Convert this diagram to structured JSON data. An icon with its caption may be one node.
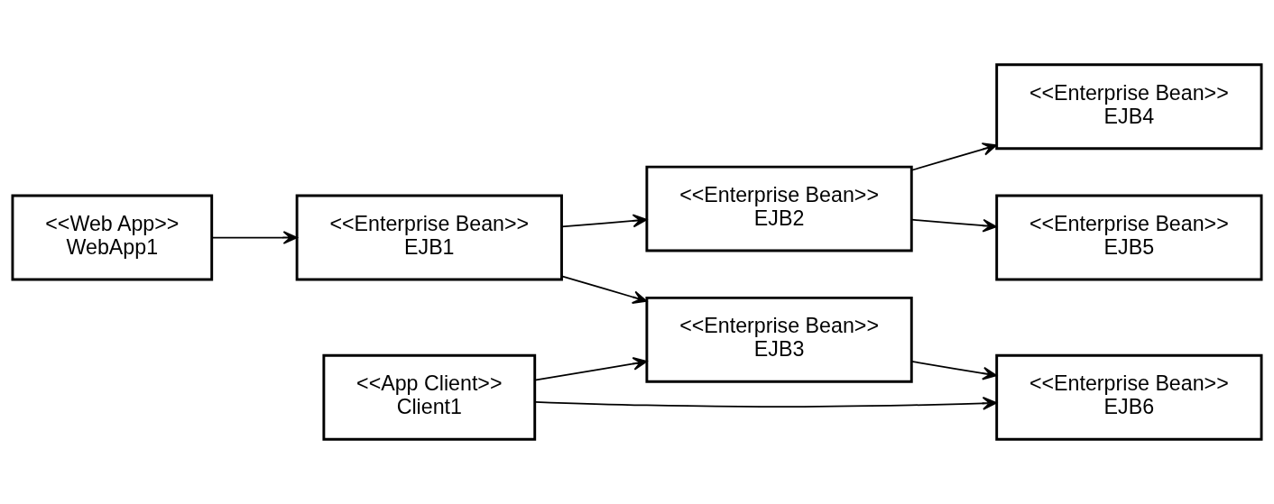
{
  "diagram": {
    "nodes": [
      {
        "text": [
          "<<Web App>>",
          "WebApp1"
        ]
      },
      {
        "text": [
          "<<App Client>>",
          "Client1"
        ]
      },
      {
        "text": [
          "<<Enterprise Bean>>",
          "EJB1"
        ]
      },
      {
        "text": [
          "<<Enterprise Bean>>",
          "EJB2"
        ]
      },
      {
        "text": [
          "<<Enterprise Bean>>",
          "EJB3"
        ]
      },
      {
        "text": [
          "<<Enterprise Bean>>",
          "EJB4"
        ]
      },
      {
        "text": [
          "<<Enterprise Bean>>",
          "EJB5"
        ]
      },
      {
        "text": [
          "<<Enterprise Bean>>",
          "EJB6"
        ]
      }
    ],
    "edges": [
      {
        "from": 0,
        "to": 2,
        "arrow": "to"
      },
      {
        "from": 2,
        "to": 3,
        "arrow": "to"
      },
      {
        "from": 2,
        "to": 4,
        "arrow": "to"
      },
      {
        "from": 3,
        "to": 5,
        "arrow": "to"
      },
      {
        "from": 3,
        "to": 6,
        "arrow": "to"
      },
      {
        "from": 4,
        "to": 7,
        "arrow": "to"
      },
      {
        "from": 1,
        "to": 4,
        "arrow": "to"
      },
      {
        "from": 1,
        "to": 7,
        "arrow": "to"
      }
    ]
  }
}
